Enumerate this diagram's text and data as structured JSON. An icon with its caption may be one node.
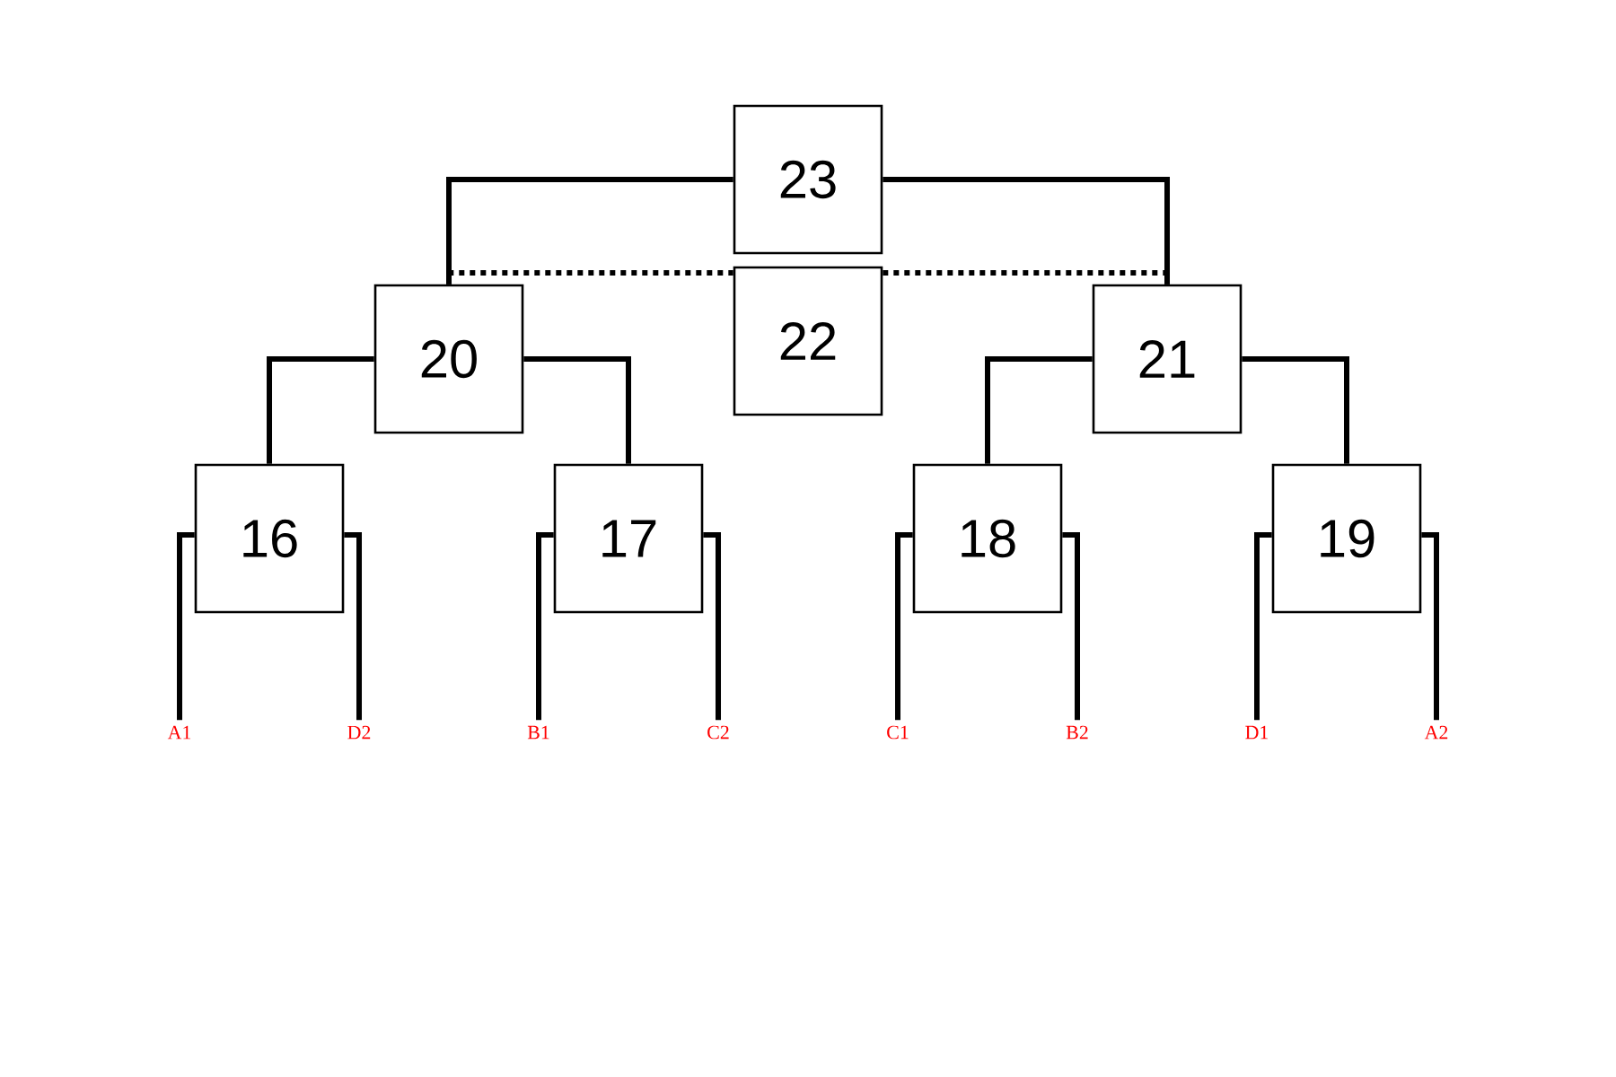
{
  "diagram": {
    "nodes": [
      {
        "text": [
          "23"
        ]
      },
      {
        "text": [
          "20"
        ]
      },
      {
        "text": [
          "22"
        ]
      },
      {
        "text": [
          "21"
        ]
      },
      {
        "text": [
          "16"
        ]
      },
      {
        "text": [
          "17"
        ]
      },
      {
        "text": [
          "18"
        ]
      },
      {
        "text": [
          "19"
        ]
      },
      {
        "text": [
          "A1"
        ]
      },
      {
        "text": [
          "D2"
        ]
      },
      {
        "text": [
          "B1"
        ]
      },
      {
        "text": [
          "C2"
        ]
      },
      {
        "text": [
          "C1"
        ]
      },
      {
        "text": [
          "B2"
        ]
      },
      {
        "text": [
          "D1"
        ]
      },
      {
        "text": [
          "A2"
        ]
      }
    ],
    "edges": [
      {
        "from": 0,
        "to": 1,
        "arrow": "none"
      },
      {
        "from": 0,
        "to": 3,
        "arrow": "none"
      },
      {
        "from": 1,
        "to": 2,
        "arrow": "none",
        "style": "dashed"
      },
      {
        "from": 2,
        "to": 3,
        "arrow": "none",
        "style": "dashed"
      },
      {
        "from": 1,
        "to": 4,
        "arrow": "none"
      },
      {
        "from": 1,
        "to": 5,
        "arrow": "none"
      },
      {
        "from": 3,
        "to": 6,
        "arrow": "none"
      },
      {
        "from": 3,
        "to": 7,
        "arrow": "none"
      },
      {
        "from": 4,
        "to": 8,
        "arrow": "none"
      },
      {
        "from": 4,
        "to": 9,
        "arrow": "none"
      },
      {
        "from": 5,
        "to": 10,
        "arrow": "none"
      },
      {
        "from": 5,
        "to": 11,
        "arrow": "none"
      },
      {
        "from": 6,
        "to": 12,
        "arrow": "none"
      },
      {
        "from": 6,
        "to": 13,
        "arrow": "none"
      },
      {
        "from": 7,
        "to": 14,
        "arrow": "none"
      },
      {
        "from": 7,
        "to": 15,
        "arrow": "none"
      }
    ]
  }
}
